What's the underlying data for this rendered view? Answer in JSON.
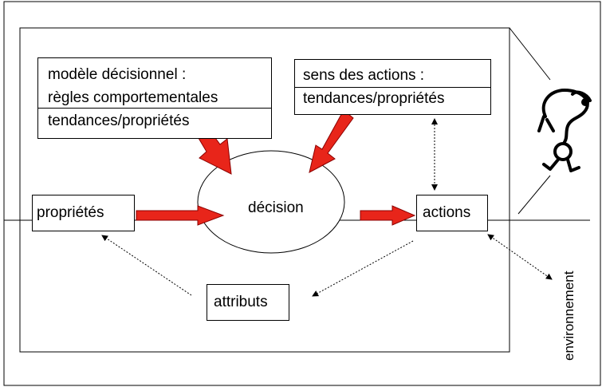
{
  "diagram": {
    "model_box": {
      "line1": "modèle décisionnel :",
      "line2": "règles comportementales",
      "line3": "tendances/propriétés"
    },
    "actions_box": {
      "line1": "sens des actions :",
      "line2": "tendances/propriétés"
    },
    "proprietes": "propriétés",
    "decision": "décision",
    "actions": "actions",
    "attributs": "attributs",
    "environnement": "environnement",
    "colors": {
      "arrow_fill": "#e8251a",
      "arrow_stroke": "#8b0000",
      "line": "#000000"
    },
    "figure_icon": "question-mark-creature-icon"
  }
}
